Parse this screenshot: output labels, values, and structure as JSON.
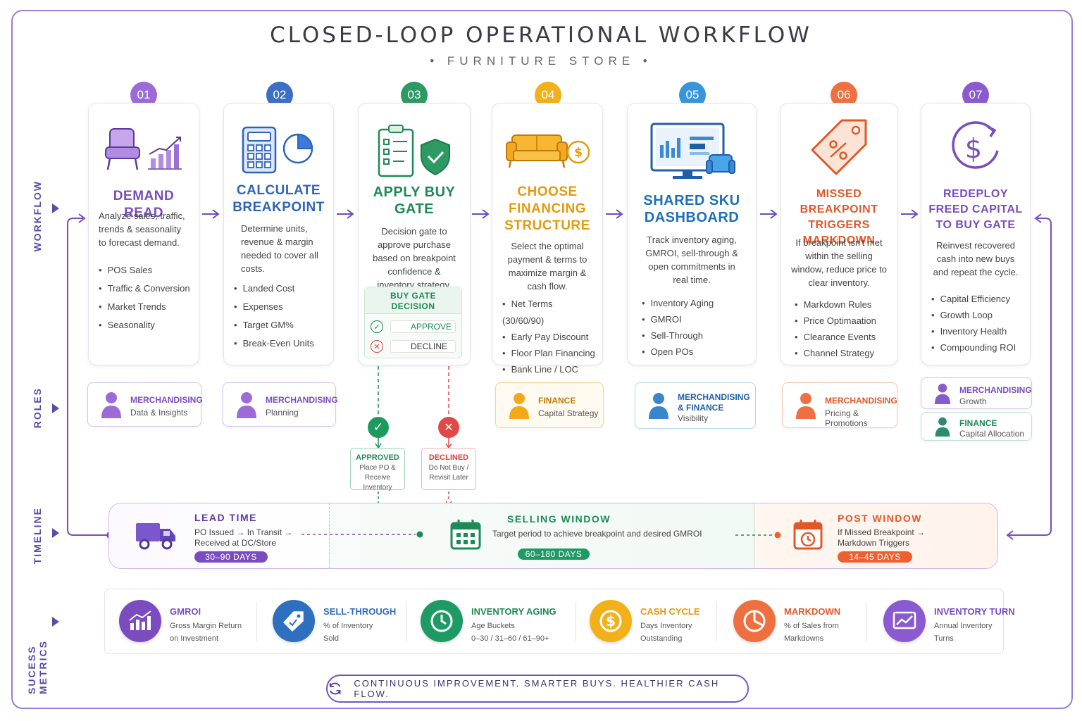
{
  "header": {
    "title": "CLOSED-LOOP OPERATIONAL WORKFLOW",
    "subtitle": "• FURNITURE STORE •"
  },
  "side_labels": {
    "workflow": "WORKFLOW",
    "roles": "ROLES",
    "timeline": "TIMELINE",
    "metrics": "SUCESS METRICS"
  },
  "steps": [
    {
      "num": "01",
      "title": "DEMAND READ",
      "desc": "Analyze sales, traffic, trends & seasonality to forecast demand.",
      "bullets": [
        "POS Sales",
        "Traffic & Conversion",
        "Market Trends",
        "Seasonality"
      ],
      "color": "#8a55c9",
      "icon": "armchair-chart-icon"
    },
    {
      "num": "02",
      "title": "CALCULATE BREAKPOINT",
      "desc": "Determine units, revenue & margin needed to cover all costs.",
      "bullets": [
        "Landed Cost",
        "Expenses",
        "Target GM%",
        "Break-Even Units"
      ],
      "color": "#2f63b8",
      "icon": "calculator-pie-icon"
    },
    {
      "num": "03",
      "title": "APPLY BUY GATE",
      "desc": "Decision gate to approve purchase based on breakpoint confidence & inventory strategy.",
      "bullets": [],
      "color": "#1e8a56",
      "icon": "clipboard-shield-icon"
    },
    {
      "num": "04",
      "title": "CHOOSE FINANCING STRUCTURE",
      "desc": "Select the optimal payment & terms to maximize margin & cash flow.",
      "bullets": [
        "Net Terms (30/60/90)",
        "Early Pay Discount",
        "Floor Plan Financing",
        "Bank Line / LOC"
      ],
      "color": "#e39a0e",
      "icon": "sofa-dollar-icon"
    },
    {
      "num": "05",
      "title": "SHARED SKU DASHBOARD",
      "desc": "Track inventory aging, GMROI, sell-through & open commitments in real time.",
      "bullets": [
        "Inventory Aging",
        "GMROI",
        "Sell-Through",
        "Open POs"
      ],
      "color": "#1f6fba",
      "icon": "monitor-dashboard-icon"
    },
    {
      "num": "06",
      "title": "MISSED BREAKPOINT TRIGGERS MARKDOWN",
      "desc": "If breakpoint isn't met within the selling window, reduce price to clear inventory.",
      "bullets": [
        "Markdown Rules",
        "Price Optimaation",
        "Clearance Events",
        "Channel Strategy"
      ],
      "color": "#e0582a",
      "icon": "price-tag-percent-icon"
    },
    {
      "num": "07",
      "title": "REDEPLOY FREED CAPITAL TO BUY GATE",
      "desc": "Reinvest recovered cash into new buys and repeat the cycle.",
      "bullets": [
        "Capital Efficiency",
        "Growth Loop",
        "Inventory Health",
        "Compounding ROI"
      ],
      "color": "#7a4cc0",
      "icon": "dollar-cycle-icon"
    }
  ],
  "buy_gate": {
    "title_line1": "BUY GATE",
    "title_line2": "DECISION",
    "approve": "APPROVE",
    "decline": "DECLINE"
  },
  "decisions": {
    "approved": {
      "title": "APPROVED",
      "line1": "Place PO &",
      "line2": "Receive Inventory"
    },
    "declined": {
      "title": "DECLINED",
      "line1": "Do Not Buy /",
      "line2": "Revisit Later"
    }
  },
  "roles": [
    {
      "title": "MERCHANDISING",
      "sub": "Data & Insights"
    },
    {
      "title": "MERCHANDISING",
      "sub": "Planning"
    },
    {
      "title": "FINANCE",
      "sub": "Capital Strategy"
    },
    {
      "title_line1": "MERCHANDISING",
      "title_line2": "& FINANCE",
      "sub": "Visibility"
    },
    {
      "title": "MERCHANDISING",
      "sub": "Pricing & Promotions"
    },
    {
      "title": "MERCHANDISING",
      "sub": "Growth"
    },
    {
      "title": "FINANCE",
      "sub": "Capital Allocation"
    }
  ],
  "timeline": {
    "lead": {
      "title": "LEAD TIME",
      "line1": "PO Issued → In Transit →",
      "line2": "Received at DC/Store",
      "pill": "30–90 DAYS"
    },
    "selling": {
      "title": "SELLING WINDOW",
      "desc": "Target period to achieve breakpoint and desired GMROI",
      "pill": "60–180 DAYS"
    },
    "post": {
      "title": "POST WINDOW",
      "line1": "If Missed Breakpoint →",
      "line2": "Markdown Triggers",
      "pill": "14–45 DAYS"
    }
  },
  "metrics": [
    {
      "title": "GMROI",
      "line1": "Gross Margin Return",
      "line2": "on Investment",
      "color": "#7a4cc0",
      "icon": "bar-growth-icon"
    },
    {
      "title": "SELL-THROUGH",
      "line1": "% of Inventory",
      "line2": "Sold",
      "color": "#2f6fc0",
      "icon": "tag-icon"
    },
    {
      "title": "INVENTORY AGING",
      "line1": "Age Buckets",
      "line2": "0–30 / 31–60 / 61–90+",
      "color": "#1e9a64",
      "icon": "clock-icon"
    },
    {
      "title": "CASH CYCLE",
      "line1": "Days Inventory",
      "line2": "Outstanding",
      "color": "#eaa50d",
      "icon": "dollar-coin-icon"
    },
    {
      "title": "MARKDOWN",
      "line1": "% of Sales from",
      "line2": "Markdowns",
      "color": "#e56a28",
      "icon": "pie-chart-icon"
    },
    {
      "title": "INVENTORY TURN",
      "line1": "Annual Inventory",
      "line2": "Turns",
      "color": "#7a4cc0",
      "icon": "trend-line-icon"
    }
  ],
  "footer": "CONTINUOUS IMPROVEMENT. SMARTER BUYS. HEALTHIER CASH FLOW."
}
